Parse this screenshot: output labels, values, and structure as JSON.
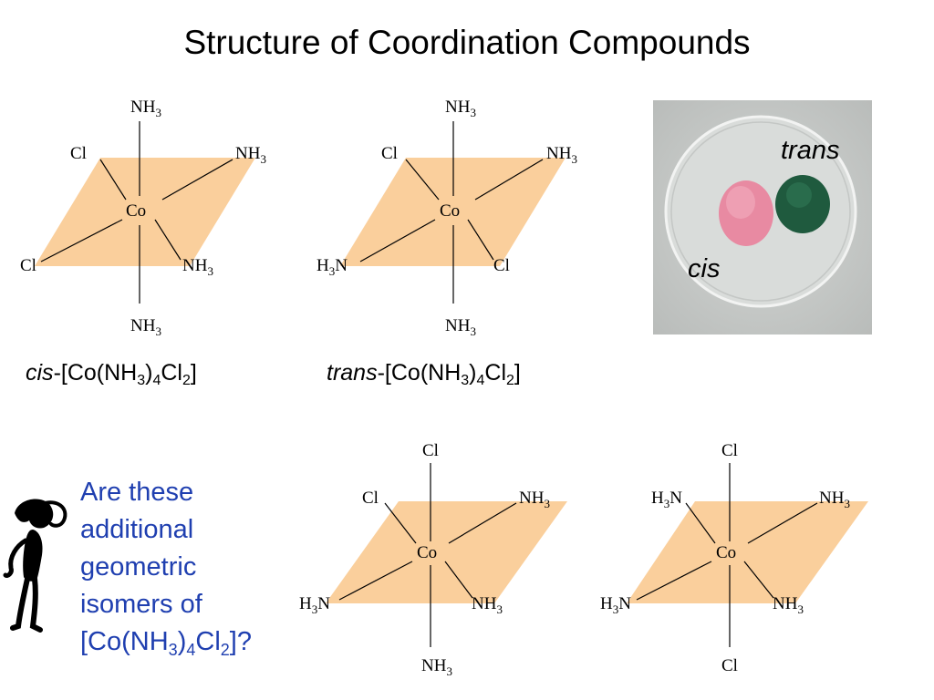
{
  "title": "Structure of Coordination Compounds",
  "center_atom": "Co",
  "atoms": {
    "cl": "Cl",
    "nh_base": "NH",
    "nh_sub": "3",
    "hn_pre": "H",
    "hn_sub": "3",
    "hn_post": "N"
  },
  "captions": {
    "cis_prefix": "cis",
    "trans_prefix": "trans",
    "dash_bracket": "-[Co(NH",
    "s3": "3",
    "close4": ")",
    "s4": "4",
    "cl": "Cl",
    "s2": "2",
    "end": "]"
  },
  "photo": {
    "label_trans": "trans",
    "label_cis": "cis",
    "colors": {
      "cis_sample": "#e88aa2",
      "trans_sample": "#1f5a3e",
      "background": "#c9ccca"
    }
  },
  "question": {
    "line1": "Are these",
    "line2": "additional",
    "line3": "geometric",
    "line4": "isomers of",
    "formula_open": "[Co(NH",
    "s3": "3",
    "close": ")",
    "s4": "4",
    "cl": "Cl",
    "s2": "2",
    "end": "]?"
  },
  "colors": {
    "plane": "#FACF9C",
    "question_text": "#1f3fb0"
  }
}
